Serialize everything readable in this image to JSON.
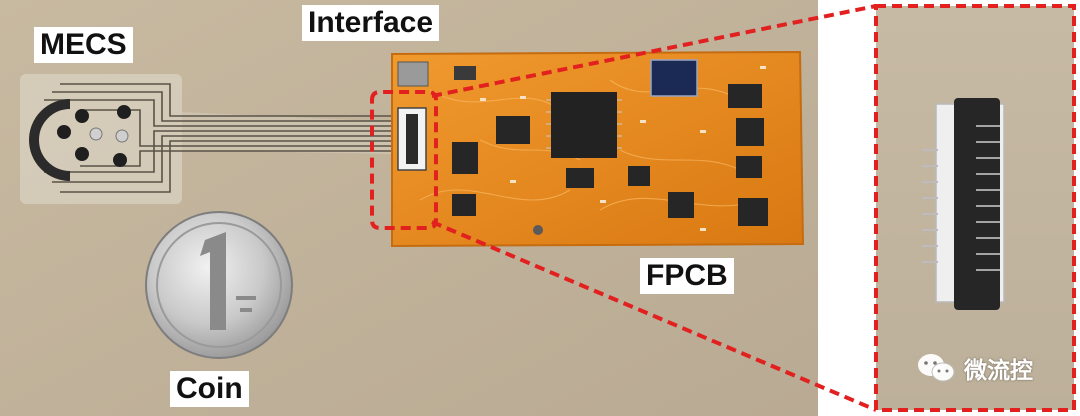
{
  "labels": {
    "mecs": "MECS",
    "interface": "Interface",
    "fpcb": "FPCB",
    "coin": "Coin"
  },
  "watermark": {
    "text": "微流控"
  },
  "colors": {
    "background": "#c3b49c",
    "board": "#e8891f",
    "callout_dash": "#e1201f",
    "label_bg": "#ffffff"
  }
}
